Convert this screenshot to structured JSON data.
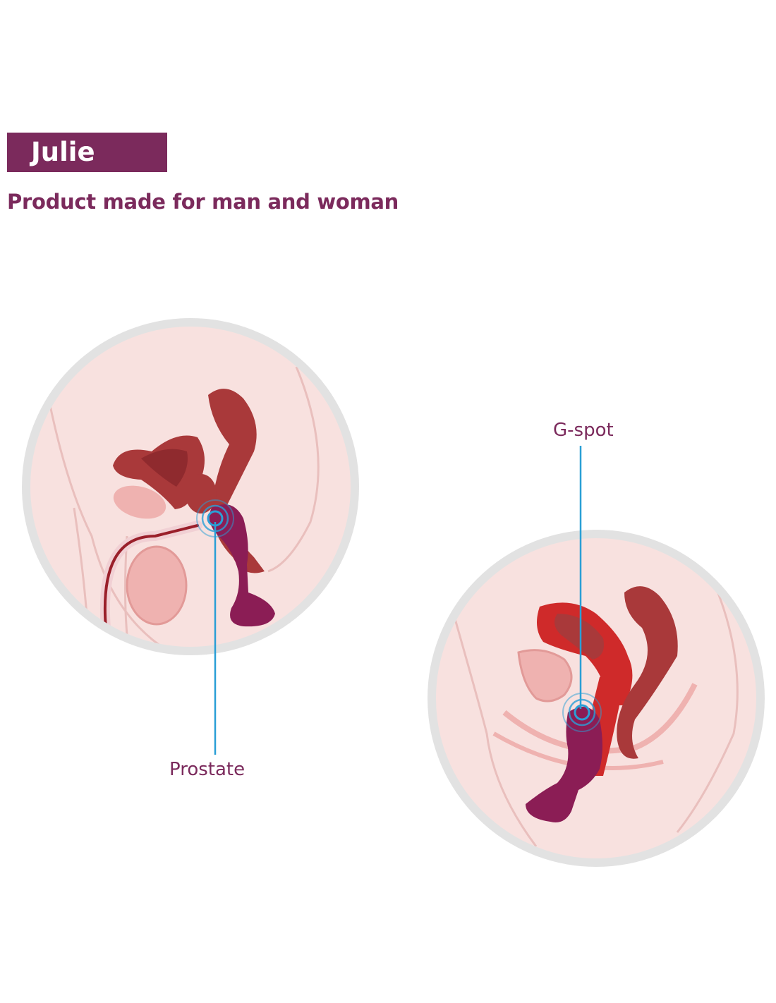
{
  "header": {
    "title": "Julie",
    "subtitle": "Product made for man and woman"
  },
  "diagram": {
    "male": {
      "label": "Prostate"
    },
    "female": {
      "label": "G-spot"
    }
  },
  "colors": {
    "brand_purple": "#7b2a5c",
    "circle_ring": "#e2e2e2",
    "skin": "#f8e1df",
    "organ_dark": "#a9393a",
    "organ_red": "#cf2a2a",
    "organ_pink": "#efb2b0",
    "product": "#8b1d55",
    "pointer_blue": "#2a9fd6"
  }
}
